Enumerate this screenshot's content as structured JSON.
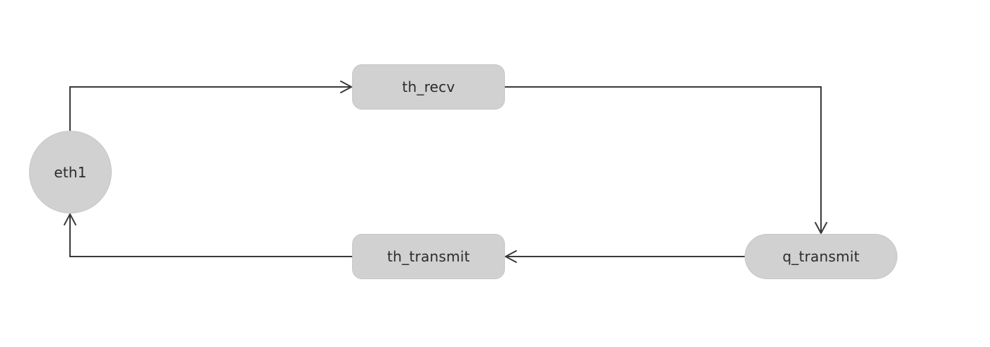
{
  "nodes": {
    "eth1": {
      "label": "eth1",
      "shape": "circle"
    },
    "th_recv": {
      "label": "th_recv",
      "shape": "rounded-rect"
    },
    "q_transmit": {
      "label": "q_transmit",
      "shape": "pill"
    },
    "th_transmit": {
      "label": "th_transmit",
      "shape": "rounded-rect"
    }
  },
  "edges": [
    {
      "from": "eth1",
      "to": "th_recv"
    },
    {
      "from": "th_recv",
      "to": "q_transmit"
    },
    {
      "from": "q_transmit",
      "to": "th_transmit"
    },
    {
      "from": "th_transmit",
      "to": "eth1"
    }
  ],
  "colors": {
    "node_fill": "#d1d1d1",
    "node_text": "#2b2b2b",
    "edge": "#3a3a3a",
    "background": "#ffffff"
  }
}
